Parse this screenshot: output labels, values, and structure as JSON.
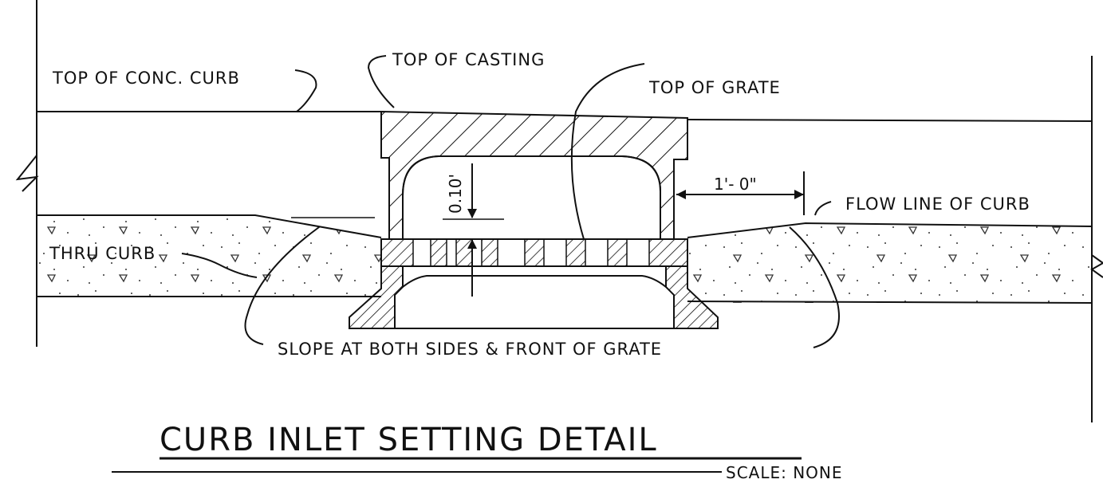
{
  "labels": {
    "top_of_conc_curb": "TOP OF CONC. CURB",
    "top_of_casting": "TOP OF CASTING",
    "top_of_grate": "TOP OF GRATE",
    "flow_line_of_curb": "FLOW LINE OF CURB",
    "thru_curb": "THRU CURB",
    "slope_note": "SLOPE AT BOTH SIDES & FRONT OF GRATE"
  },
  "dimensions": {
    "offset": "1'- 0\"",
    "drop": "0.10'"
  },
  "title": "CURB INLET SETTING DETAIL",
  "scale": "SCALE: NONE"
}
